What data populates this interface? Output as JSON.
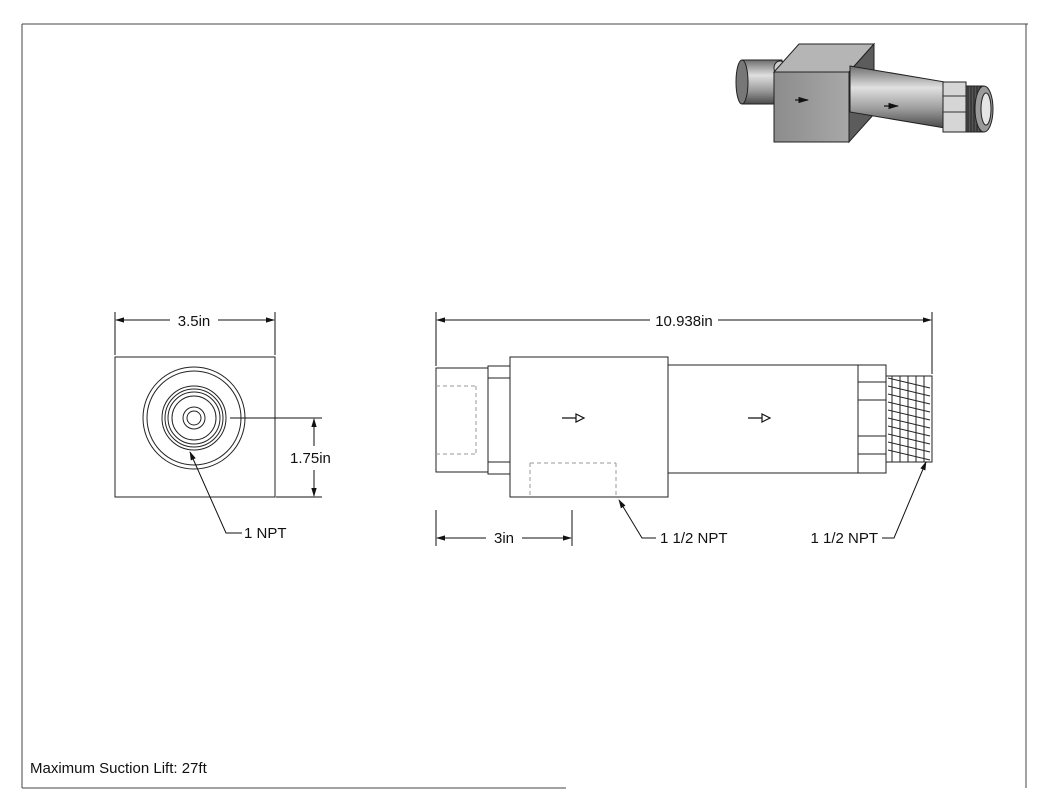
{
  "drawing": {
    "dimensions": {
      "front_width": "3.5in",
      "front_height": "1.75in",
      "side_length": "10.938in",
      "side_offset": "3in"
    },
    "callouts": {
      "front_port": "1 NPT",
      "side_bottom_port": "1 1/2  NPT",
      "side_thread": "1 1/2  NPT"
    },
    "footer_note": "Maximum Suction Lift: 27ft"
  }
}
